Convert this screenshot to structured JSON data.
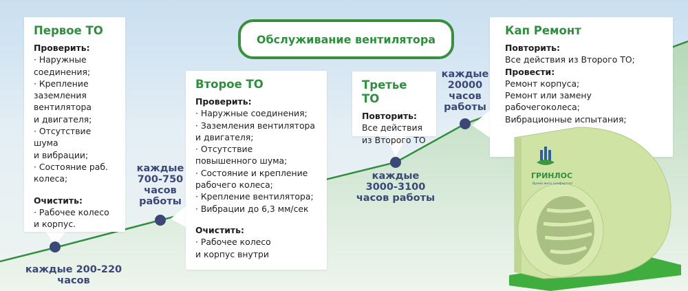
{
  "title": "Обслуживание вентилятора",
  "colors": {
    "accent": "#2f8f3e",
    "label": "#3b4877",
    "line": "#2f8f3e"
  },
  "stages": [
    {
      "title": "Первое ТО",
      "check_label": "Проверить:",
      "check_items": [
        "· Наружные",
        "соединения;",
        "· Крепление",
        "заземления",
        "вентилятора",
        "и двигателя;",
        "· Отсутствие шума",
        "и вибрации;",
        "· Состояние раб.",
        "колеса;"
      ],
      "clean_label": "Очистить:",
      "clean_items": [
        "· Рабочее колесо",
        "и корпус."
      ],
      "interval": "каждые 200-220 часов"
    },
    {
      "title": "Второе ТО",
      "check_label": "Проверить:",
      "check_items": [
        "· Наружные соединения;",
        "· Заземления вентилятора",
        "и двигателя;",
        "· Отсутствие",
        "повышенного шума;",
        "· Состояние и крепление",
        "рабочего колеса;",
        "· Крепление вентилятора;",
        "· Вибрации до 6,3 мм/сек"
      ],
      "clean_label": "Очистить:",
      "clean_items": [
        "· Рабочее колесо",
        "и корпус внутри"
      ],
      "interval": [
        "каждые",
        "700-750",
        "часов",
        "работы"
      ]
    },
    {
      "title": "Третье ТО",
      "repeat_label": "Повторить:",
      "repeat_items": [
        "Все действия",
        "из Второго ТО"
      ],
      "interval": [
        "каждые",
        "3000-3100",
        "часов работы"
      ]
    },
    {
      "title": "Кап Ремонт",
      "repeat_label": "Повторить:",
      "repeat_items": [
        "Все действия из Второго ТО;"
      ],
      "do_label": "Провести:",
      "do_items": [
        "Ремонт корпуса;",
        "Ремонт или замену рабочегоколеса;",
        "Вибрационные испытания;"
      ],
      "interval": [
        "каждые",
        "20000",
        "часов",
        "работы"
      ]
    }
  ],
  "logo": {
    "name": "ГРИНЛОС",
    "tagline": "Время жить комфортно!"
  }
}
